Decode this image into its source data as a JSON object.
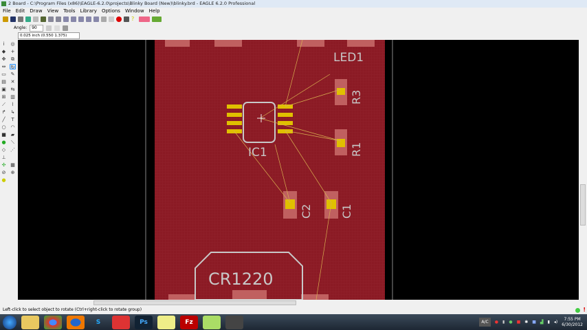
{
  "window": {
    "title": "2 Board - C:\\Program Files (x86)\\EAGLE-6.2.0\\projects\\Blinky Board (New)\\blinky.brd - EAGLE 6.2.0 Professional"
  },
  "menu": [
    "File",
    "Edit",
    "Draw",
    "View",
    "Tools",
    "Library",
    "Options",
    "Window",
    "Help"
  ],
  "params": {
    "angle_label": "Angle:",
    "angle_value": "90"
  },
  "coord": "0.025 inch (0.550 1.375)",
  "status": "Left-click to select object to rotate (Ctrl+right-click to rotate group)",
  "board": {
    "labels": {
      "led1": "LED1",
      "r3": "R3",
      "r1": "R1",
      "ic1": "IC1",
      "c2": "C2",
      "c1": "C1",
      "cr": "CR1220"
    },
    "colors": {
      "board": "#8b1a24",
      "pad": "#e0c000",
      "silk": "#c8c8c8",
      "air": "#d8b050"
    }
  },
  "taskbar": {
    "apps": [
      "start",
      "explorer",
      "chrome",
      "firefox",
      "skype",
      "eagle",
      "photoshop",
      "sticky-notes",
      "filezilla",
      "notepad",
      "eagle-window"
    ],
    "tray_label": "A/C",
    "time": "7:55 PM",
    "date": "6/30/2012"
  }
}
